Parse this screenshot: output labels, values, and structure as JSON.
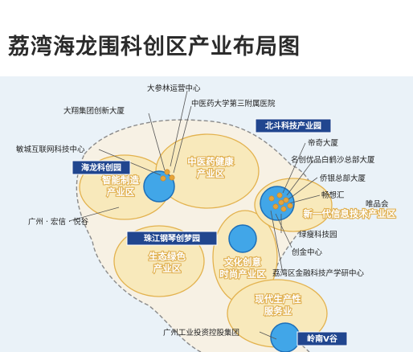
{
  "title": "荔湾海龙围科创区产业布局图",
  "colors": {
    "land": "#f6f1e6",
    "zone_fill": "#f7e7b6",
    "zone_stroke": "#e3b24e",
    "river": "#e8f1f8",
    "hub_blue": "#2f8fdc",
    "tag_navy": "#21468f",
    "dot": "#e5a43a"
  },
  "tags": {
    "hailong": "海龙科创园",
    "beidou": "北斗科技产业园",
    "zhujiang": "珠江钢琴创梦园",
    "lingnan": "岭南V谷"
  },
  "zones": {
    "smart_mfg": [
      "智能制造",
      "产业区"
    ],
    "tcm": [
      "中医药健康",
      "产业区"
    ],
    "eco": [
      "生态绿色",
      "产业区"
    ],
    "culture": [
      "文化创意",
      "时尚产业区"
    ],
    "it": "新一代信息技术产业区",
    "service": [
      "现代生产性",
      "服务业"
    ]
  },
  "labels": {
    "dashen": "大参林运营中心",
    "daxiang": "大翔集团创新大厦",
    "tcm_hospital": "中医药大学第三附属医院",
    "mincheng": "敏城互联网科技中心",
    "diqi": "帝奇大厦",
    "mingchuang": "名创优品白鹤沙总部大厦",
    "qiaoyin": "侨银总部大厦",
    "changxiang": "畅想汇",
    "vip": "唯品会",
    "guangzhou_hongxin": "广州 · 宏信 · 悦谷",
    "lvshou": "绿瘦科技园",
    "chuangjin": "创金中心",
    "finance": "荔湾区金融科技产学研中心",
    "investment": "广州工业投资控股集团"
  }
}
